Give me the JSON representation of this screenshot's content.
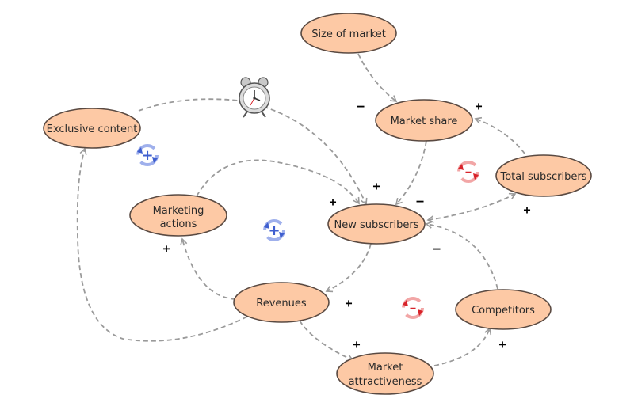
{
  "nodes": {
    "size_of_market": "Size of market",
    "market_share": "Market share",
    "exclusive_content": "Exclusive content",
    "total_subscribers": "Total subscribers",
    "marketing_actions": [
      "Marketing",
      "actions"
    ],
    "new_subscribers": "New subscribers",
    "revenues": "Revenues",
    "competitors": "Competitors",
    "market_attractiveness": [
      "Market",
      "attractiveness"
    ]
  },
  "signs": {
    "size_to_share": "–",
    "total_to_share": "+",
    "share_to_new": "–",
    "clock_to_new": "+",
    "marketing_to_new": "+",
    "new_to_total": "+",
    "competitors_to_new": "–",
    "revenues_to_marketing": "+",
    "new_to_revenues": "+",
    "revenues_to_attractiveness": "+",
    "attractiveness_to_competitors": "+"
  },
  "loops": {
    "reinforcing_1": "+",
    "reinforcing_2": "+",
    "balancing_1": "–",
    "balancing_2": "–"
  },
  "icons": {
    "clock": "alarm-clock-icon",
    "reinforcing": "reinforcing-loop-icon",
    "balancing": "balancing-loop-icon"
  },
  "colors": {
    "node_fill": "#fdc9a5",
    "node_stroke": "#5a4a42",
    "link": "#9a9a9a",
    "reinforcing": "#3f5fcf",
    "balancing": "#d8232a"
  }
}
